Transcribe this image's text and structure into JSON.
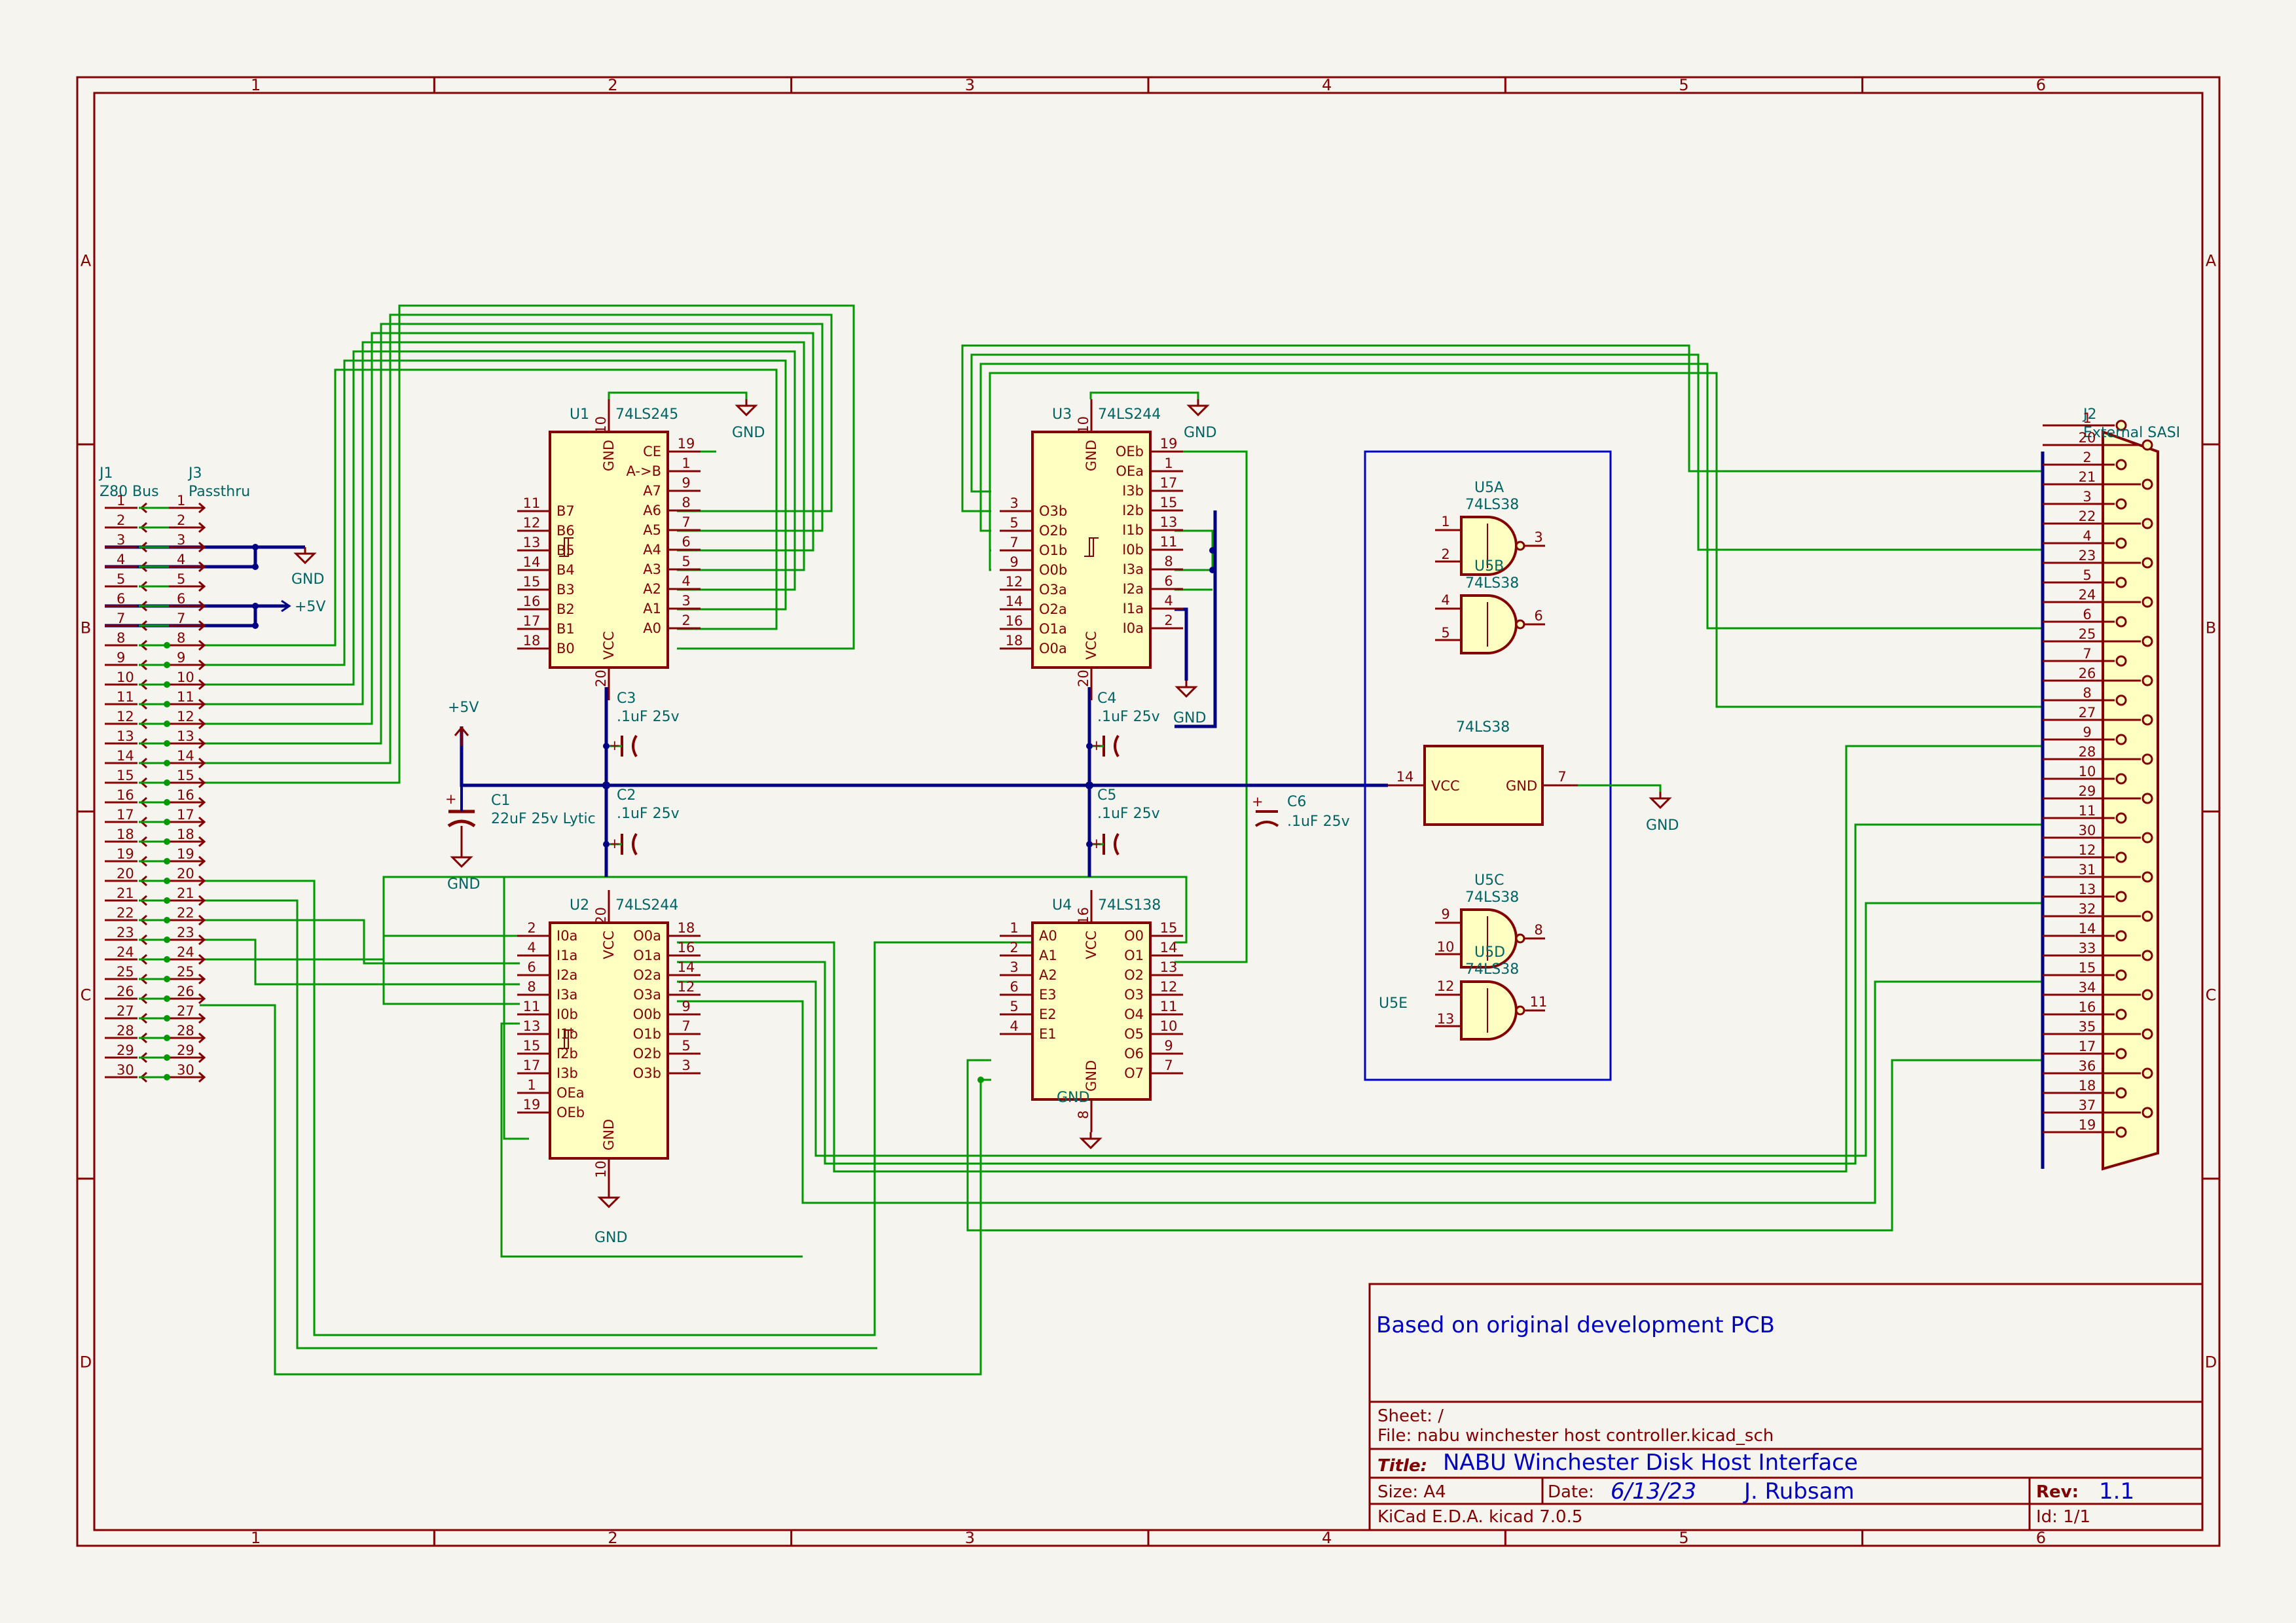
{
  "sheet": {
    "col_labels": [
      "1",
      "2",
      "3",
      "4",
      "5",
      "6"
    ],
    "row_labels": [
      "A",
      "B",
      "C",
      "D"
    ]
  },
  "connectors": {
    "j1": {
      "ref": "J1",
      "value": "Z80 Bus"
    },
    "j3": {
      "ref": "J3",
      "value": "Passthru"
    },
    "pins": [
      "1",
      "2",
      "3",
      "4",
      "5",
      "6",
      "7",
      "8",
      "9",
      "10",
      "11",
      "12",
      "13",
      "14",
      "15",
      "16",
      "17",
      "18",
      "19",
      "20",
      "21",
      "22",
      "23",
      "24",
      "25",
      "26",
      "27",
      "28",
      "29",
      "30"
    ],
    "gnd_label": "GND",
    "vcc_label": "+5V"
  },
  "u1": {
    "ref": "U1",
    "value": "74LS245",
    "left": [
      {
        "n": "11",
        "name": "B7"
      },
      {
        "n": "12",
        "name": "B6"
      },
      {
        "n": "13",
        "name": "B5"
      },
      {
        "n": "14",
        "name": "B4"
      },
      {
        "n": "15",
        "name": "B3"
      },
      {
        "n": "16",
        "name": "B2"
      },
      {
        "n": "17",
        "name": "B1"
      },
      {
        "n": "18",
        "name": "B0"
      }
    ],
    "right": [
      {
        "n": "19",
        "name": "CE"
      },
      {
        "n": "1",
        "name": "A->B"
      },
      {
        "n": "9",
        "name": "A7"
      },
      {
        "n": "8",
        "name": "A6"
      },
      {
        "n": "7",
        "name": "A5"
      },
      {
        "n": "6",
        "name": "A4"
      },
      {
        "n": "5",
        "name": "A3"
      },
      {
        "n": "4",
        "name": "A2"
      },
      {
        "n": "3",
        "name": "A1"
      },
      {
        "n": "2",
        "name": "A0"
      }
    ],
    "top": {
      "n": "10",
      "name": "GND"
    },
    "bottom": {
      "n": "20",
      "name": "VCC"
    }
  },
  "u3": {
    "ref": "U3",
    "value": "74LS244",
    "left": [
      {
        "n": "3",
        "name": "O3b"
      },
      {
        "n": "5",
        "name": "O2b"
      },
      {
        "n": "7",
        "name": "O1b"
      },
      {
        "n": "9",
        "name": "O0b"
      },
      {
        "n": "12",
        "name": "O3a"
      },
      {
        "n": "14",
        "name": "O2a"
      },
      {
        "n": "16",
        "name": "O1a"
      },
      {
        "n": "18",
        "name": "O0a"
      }
    ],
    "right": [
      {
        "n": "19",
        "name": "OEb"
      },
      {
        "n": "1",
        "name": "OEa"
      },
      {
        "n": "17",
        "name": "I3b"
      },
      {
        "n": "15",
        "name": "I2b"
      },
      {
        "n": "13",
        "name": "I1b"
      },
      {
        "n": "11",
        "name": "I0b"
      },
      {
        "n": "8",
        "name": "I3a"
      },
      {
        "n": "6",
        "name": "I2a"
      },
      {
        "n": "4",
        "name": "I1a"
      },
      {
        "n": "2",
        "name": "I0a"
      }
    ],
    "top": {
      "n": "10",
      "name": "GND"
    },
    "bottom": {
      "n": "20",
      "name": "VCC"
    }
  },
  "u2": {
    "ref": "U2",
    "value": "74LS244",
    "left": [
      {
        "n": "2",
        "name": "I0a"
      },
      {
        "n": "4",
        "name": "I1a"
      },
      {
        "n": "6",
        "name": "I2a"
      },
      {
        "n": "8",
        "name": "I3a"
      },
      {
        "n": "11",
        "name": "I0b"
      },
      {
        "n": "13",
        "name": "I1b"
      },
      {
        "n": "15",
        "name": "I2b"
      },
      {
        "n": "17",
        "name": "I3b"
      },
      {
        "n": "1",
        "name": "OEa"
      },
      {
        "n": "19",
        "name": "OEb"
      }
    ],
    "right": [
      {
        "n": "18",
        "name": "O0a"
      },
      {
        "n": "16",
        "name": "O1a"
      },
      {
        "n": "14",
        "name": "O2a"
      },
      {
        "n": "12",
        "name": "O3a"
      },
      {
        "n": "9",
        "name": "O0b"
      },
      {
        "n": "7",
        "name": "O1b"
      },
      {
        "n": "5",
        "name": "O2b"
      },
      {
        "n": "3",
        "name": "O3b"
      }
    ],
    "top": {
      "n": "20",
      "name": "VCC"
    },
    "bottom": {
      "n": "10",
      "name": "GND"
    }
  },
  "u4": {
    "ref": "U4",
    "value": "74LS138",
    "left": [
      {
        "n": "1",
        "name": "A0"
      },
      {
        "n": "2",
        "name": "A1"
      },
      {
        "n": "3",
        "name": "A2"
      },
      {
        "n": "6",
        "name": "E3"
      },
      {
        "n": "5",
        "name": "E2"
      },
      {
        "n": "4",
        "name": "E1"
      }
    ],
    "right": [
      {
        "n": "15",
        "name": "O0"
      },
      {
        "n": "14",
        "name": "O1"
      },
      {
        "n": "13",
        "name": "O2"
      },
      {
        "n": "12",
        "name": "O3"
      },
      {
        "n": "11",
        "name": "O4"
      },
      {
        "n": "10",
        "name": "O5"
      },
      {
        "n": "9",
        "name": "O6"
      },
      {
        "n": "7",
        "name": "O7"
      }
    ],
    "top": {
      "n": "16",
      "name": "VCC"
    },
    "bottom": {
      "n": "8",
      "name": "GND"
    }
  },
  "u5": {
    "a": {
      "ref": "U5A",
      "value": "74LS38",
      "in": [
        "1",
        "2"
      ],
      "out": "3"
    },
    "b": {
      "ref": "U5B",
      "value": "74LS38",
      "in": [
        "4",
        "5"
      ],
      "out": "6"
    },
    "c": {
      "ref": "U5C",
      "value": "74LS38",
      "in": [
        "9",
        "10"
      ],
      "out": "8"
    },
    "d": {
      "ref": "U5D",
      "value": "74LS38",
      "in": [
        "12",
        "13"
      ],
      "out": "11"
    },
    "e": {
      "ref": "U5E",
      "value": "74LS38",
      "vcc_pin": "14",
      "gnd_pin": "7",
      "vcc": "VCC",
      "gnd": "GND"
    }
  },
  "caps": {
    "c1": {
      "ref": "C1",
      "value": "22uF 25v Lytic"
    },
    "c2": {
      "ref": "C2",
      "value": ".1uF 25v"
    },
    "c3": {
      "ref": "C3",
      "value": ".1uF 25v"
    },
    "c4": {
      "ref": "C4",
      "value": ".1uF 25v"
    },
    "c5": {
      "ref": "C5",
      "value": ".1uF 25v"
    },
    "c6": {
      "ref": "C6",
      "value": ".1uF 25v"
    }
  },
  "power": {
    "gnd": "GND",
    "vcc": "+5V"
  },
  "j2": {
    "ref": "J2",
    "value": "External SASI",
    "pins": [
      "1",
      "20",
      "2",
      "21",
      "3",
      "22",
      "4",
      "23",
      "5",
      "24",
      "6",
      "25",
      "7",
      "26",
      "8",
      "27",
      "9",
      "28",
      "10",
      "29",
      "11",
      "30",
      "12",
      "31",
      "13",
      "32",
      "14",
      "33",
      "15",
      "34",
      "16",
      "35",
      "17",
      "36",
      "18",
      "37",
      "19"
    ]
  },
  "title_block": {
    "comment": "Based on original development PCB",
    "sheet": "Sheet: /",
    "file": "File: nabu winchester host controller.kicad_sch",
    "title_label": "Title:",
    "title": "NABU Winchester Disk Host Interface",
    "size": "Size: A4",
    "date_label": "Date:",
    "date": "6/13/23",
    "author": "J. Rubsam",
    "rev_label": "Rev:",
    "rev": "1.1",
    "tool": "KiCad E.D.A.  kicad 7.0.5",
    "id": "Id: 1/1"
  }
}
